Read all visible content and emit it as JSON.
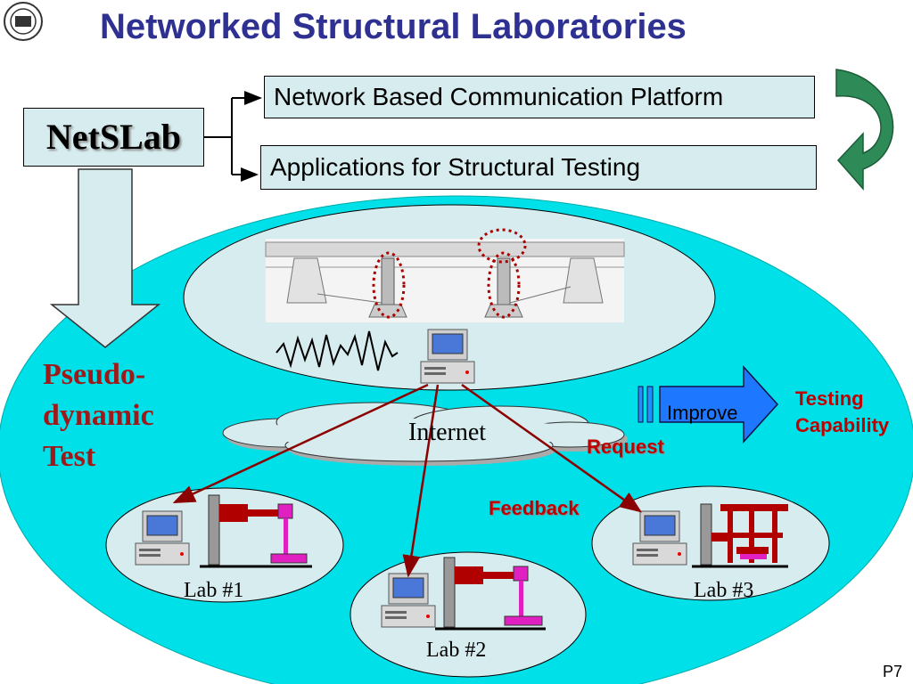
{
  "title": "Networked Structural Laboratories",
  "netslab_label": "NetSLab",
  "platform_items": [
    "Network Based Communication Platform",
    "Applications for Structural Testing"
  ],
  "test_label": "Pseudo-dynamic Test",
  "internet_label": "Internet",
  "improve_label": "Improve",
  "capability_label": "Testing Capability",
  "request_label": "Request",
  "feedback_label": "Feedback",
  "labs": [
    "Lab #1",
    "Lab #2",
    "Lab #3"
  ],
  "page_number": "P7",
  "colors": {
    "title": "#2e3192",
    "cyan_ellipse": "#00e0e8",
    "box_fill": "#d6ecee",
    "accent_red": "#c00000",
    "dark_red": "#9e1a1a",
    "arrow_blue": "#1e90ff",
    "cycle_green": "#2e8b57",
    "actuator_magenta": "#e020c0"
  },
  "icons": [
    "university-logo-icon",
    "cycle-arrow-icon",
    "computer-icon",
    "cloud-icon",
    "wave-icon",
    "block-arrow-icon"
  ]
}
